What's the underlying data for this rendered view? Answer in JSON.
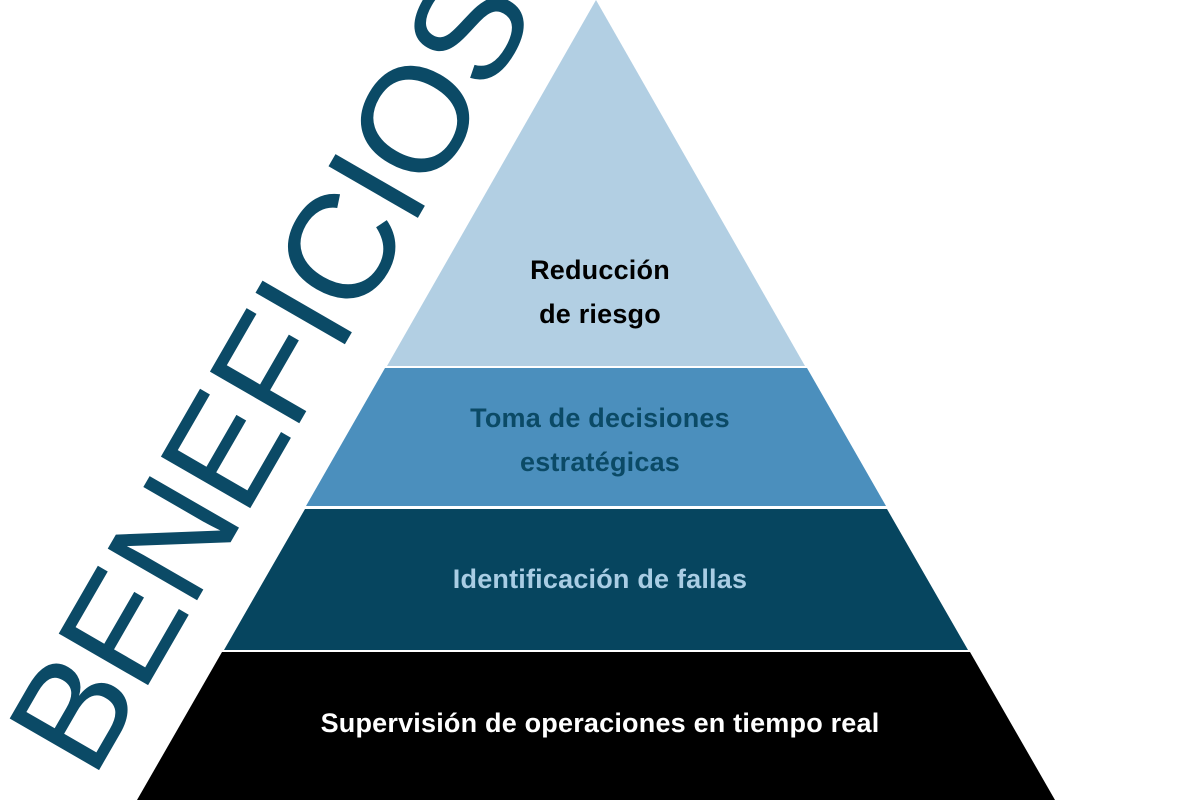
{
  "title": "BENEFICIOS",
  "colors": {
    "title": "#0b4a66",
    "tier_1_fill": "#b2cfe3",
    "tier_2_fill": "#4b8fbd",
    "tier_3_fill": "#06455f",
    "tier_4_fill": "#000000",
    "tier_1_text": "#000000",
    "tier_2_text": "#0b4a66",
    "tier_3_text": "#a9cde4",
    "tier_4_text": "#ffffff",
    "separator": "#ffffff"
  },
  "tiers": [
    {
      "lines": [
        "Reducción",
        "de riesgo"
      ]
    },
    {
      "lines": [
        "Toma de decisiones",
        "estratégicas"
      ]
    },
    {
      "lines": [
        "Identificación de fallas"
      ]
    },
    {
      "lines": [
        "Supervisión de operaciones en tiempo real"
      ]
    }
  ]
}
